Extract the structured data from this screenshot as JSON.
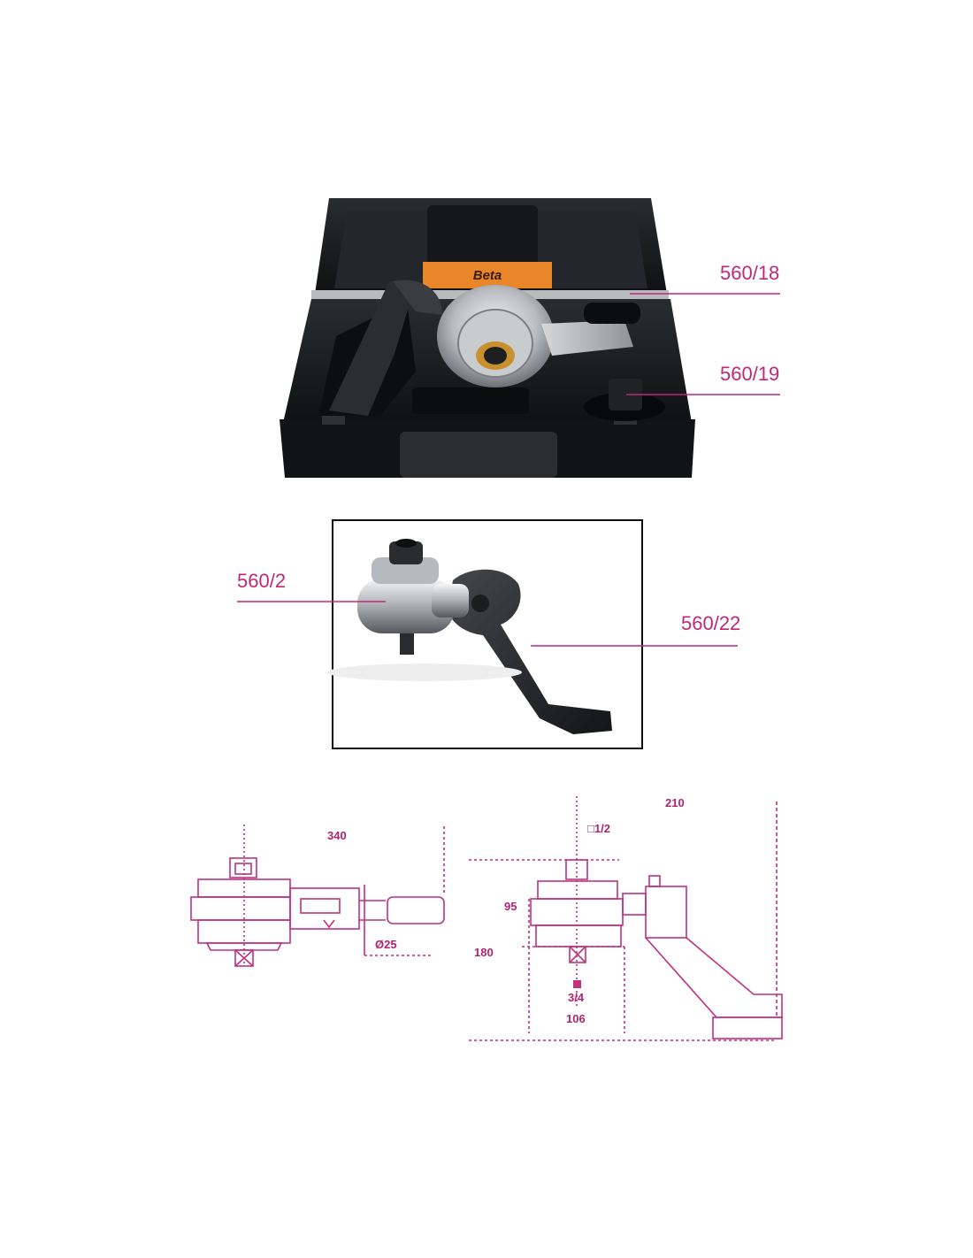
{
  "brand": {
    "logo": "Beta"
  },
  "callouts": {
    "handle": "560/18",
    "adapter": "560/19",
    "multiplier": "560/2",
    "reaction_arm": "560/22"
  },
  "dimensions": {
    "left_length": "340",
    "left_diameter": "Ø25",
    "right_length": "210",
    "right_input_square": "□1/2",
    "right_height_95": "95",
    "right_height_180": "180",
    "right_output_square": "3/4",
    "right_width": "106"
  },
  "colors": {
    "accent": "#c0277a",
    "drawing_line": "#c2307e",
    "case": "#1b1d1f",
    "label_orange": "#e9862a"
  }
}
